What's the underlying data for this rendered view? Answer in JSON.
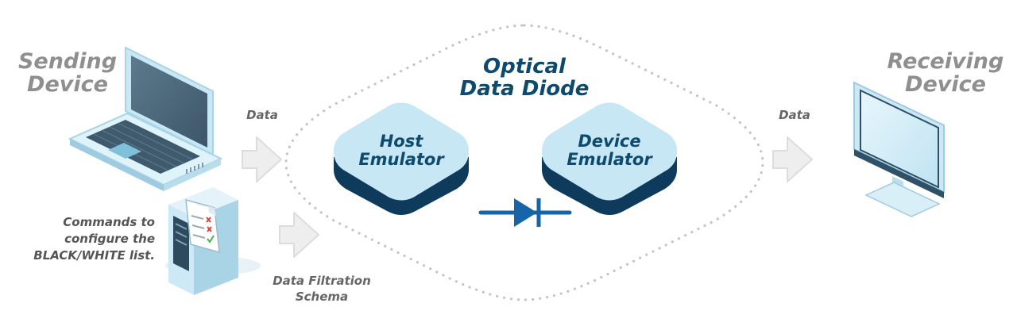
{
  "labels": {
    "sending_line1": "Sending",
    "sending_line2": "Device",
    "receiving_line1": "Receiving",
    "receiving_line2": "Device",
    "diode_line1": "Optical",
    "diode_line2": "Data Diode",
    "host_line1": "Host",
    "host_line2": "Emulator",
    "device_line1": "Device",
    "device_line2": "Emulator",
    "data_left": "Data",
    "data_right": "Data",
    "commands_line1": "Commands to",
    "commands_line2": "configure the",
    "commands_line3": "BLACK/WHITE list.",
    "filtration_line1": "Data Filtration",
    "filtration_line2": "Schema"
  },
  "colors": {
    "accent_dark": "#0d4a6e",
    "box_top": "#c6e7f3",
    "box_side": "#0e3a5c",
    "diode_blue": "#1565a8",
    "arrow_fill": "#f0f0f0",
    "dotted_border": "#c4c4c4"
  },
  "icons": {
    "sending": "laptop-icon",
    "receiving": "monitor-icon",
    "server": "server-checklist-icon",
    "diode": "diode-symbol-icon"
  }
}
